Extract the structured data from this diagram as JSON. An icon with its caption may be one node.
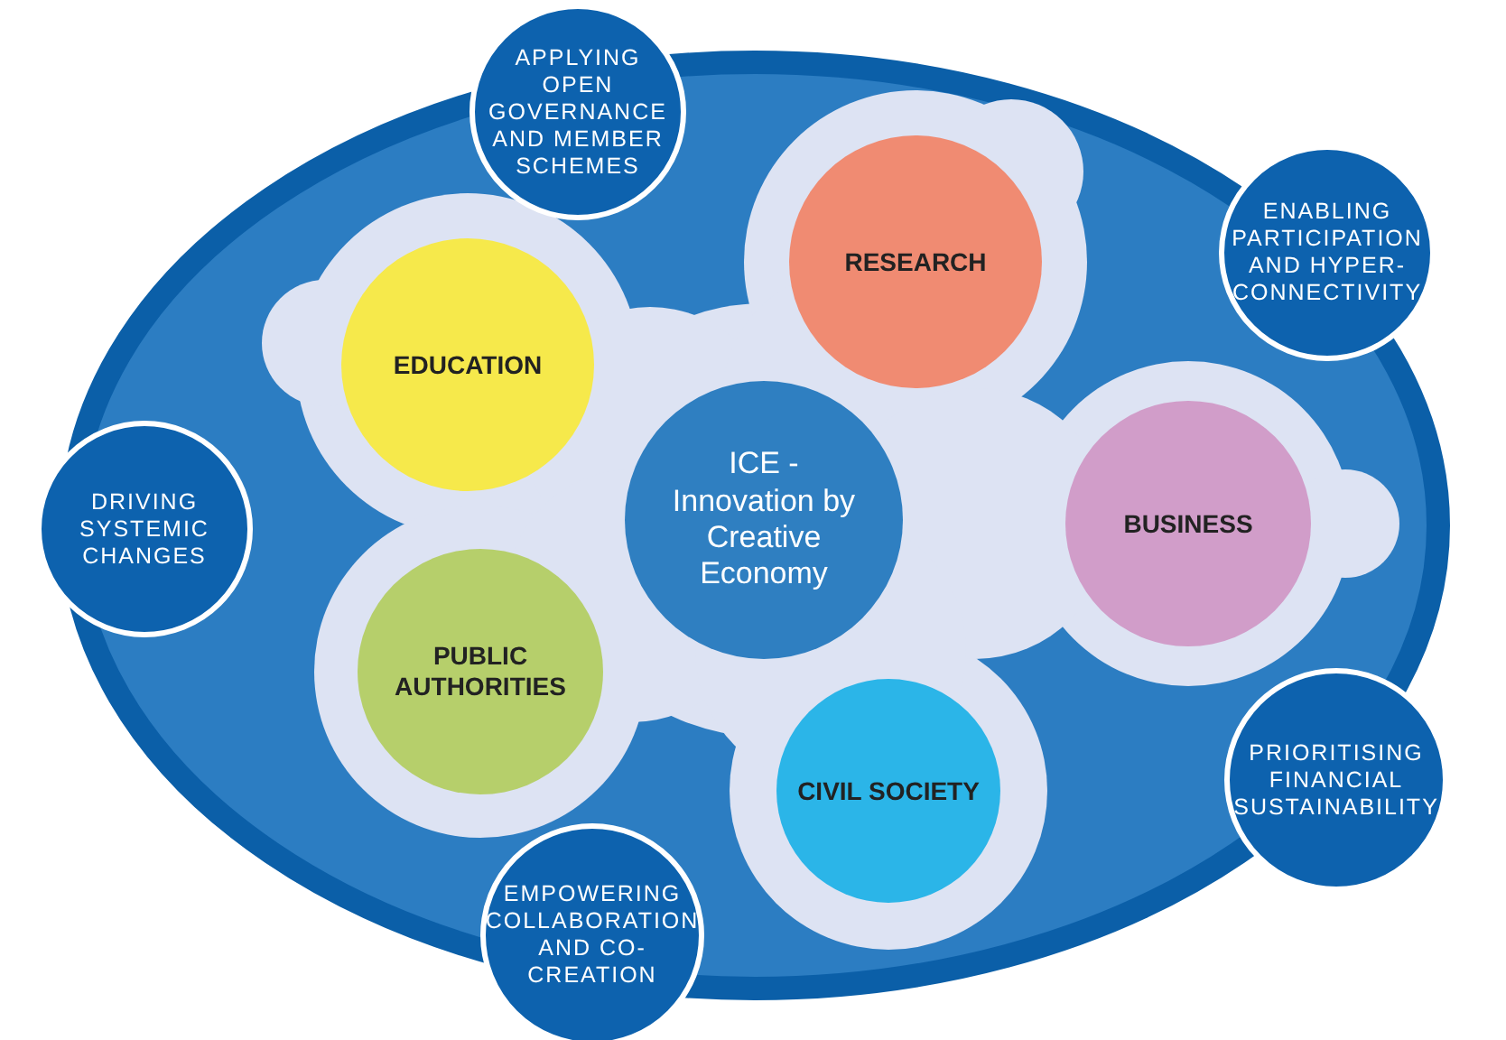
{
  "diagram": {
    "nodes": [
      {
        "text": [],
        "shape": "ellipse"
      },
      {
        "text": [
          "APPLYING OPEN GOVERNANCE AND MEMBER SCHEMES"
        ]
      },
      {
        "text": [
          "RESEARCH"
        ],
        "in": 0
      },
      {
        "text": [
          "ENABLING PARTICIPATION AND HYPER-CONNECTIVITY"
        ]
      },
      {
        "text": [
          "EDUCATION"
        ],
        "in": 0
      },
      {
        "text": [
          "DRIVING SYSTEMIC CHANGES"
        ]
      },
      {
        "text": [
          "ICE - Innovation by Creative Economy"
        ],
        "in": 0
      },
      {
        "text": [
          "BUSINESS"
        ],
        "in": 0
      },
      {
        "text": [
          "PUBLIC AUTHORITIES"
        ],
        "in": 0
      },
      {
        "text": [
          "PRIORITISING FINANCIAL SUSTAINABILITY"
        ]
      },
      {
        "text": [
          "CIVIL SOCIETY"
        ],
        "in": 0
      },
      {
        "text": [
          "EMPOWERING COLLABORATION AND CO-CREATION"
        ]
      }
    ],
    "edges": []
  }
}
